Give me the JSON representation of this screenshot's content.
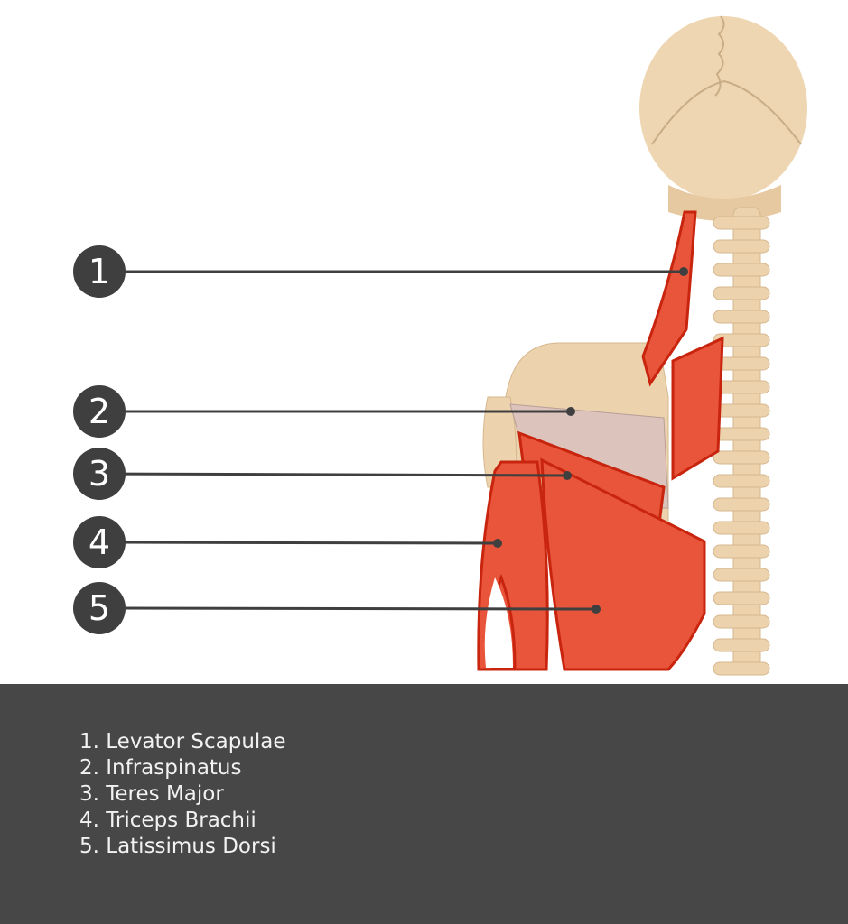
{
  "markers": [
    {
      "number": "1"
    },
    {
      "number": "2"
    },
    {
      "number": "3"
    },
    {
      "number": "4"
    },
    {
      "number": "5"
    }
  ],
  "legend": {
    "items": [
      "1.  Levator Scapulae",
      "2. Infraspinatus",
      "3. Teres Major",
      "4. Triceps Brachii",
      "5. Latissimus Dorsi"
    ]
  },
  "colors": {
    "bone": "#ecd3ae",
    "muscle": "#e8553a",
    "muscle_outline": "#c8240e",
    "marker": "#3f3f3f",
    "legend_bg": "#474747"
  }
}
